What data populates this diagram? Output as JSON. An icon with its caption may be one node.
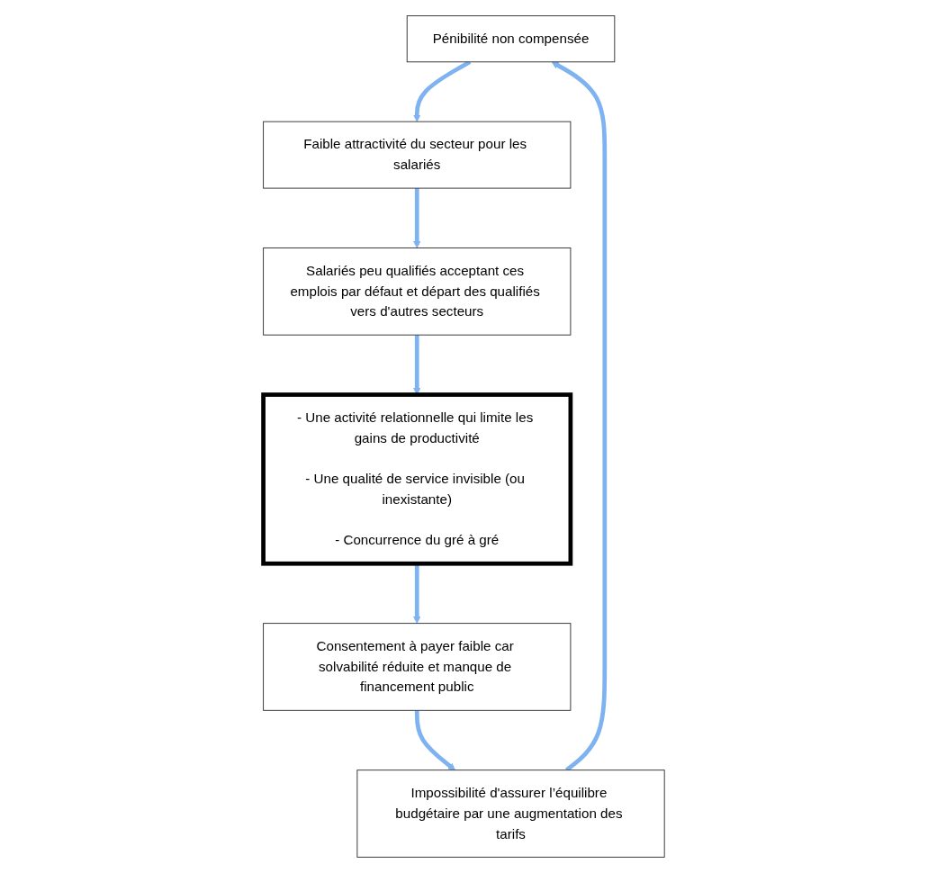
{
  "diagram": {
    "nodes": [
      {
        "text": [
          "Pénibilité non compensée"
        ]
      },
      {
        "text": [
          "Faible attractivité du secteur pour les salariés"
        ]
      },
      {
        "text": [
          "Impossibilité d'assurer l’équilibre budgétaire par une augmentation des tarifs"
        ]
      },
      {
        "text": [
          "Salariés peu qualifiés acceptant ces emplois par défaut et départ des qualifiés vers d'autres secteurs"
        ]
      },
      {
        "text": [
          "Consentement à payer faible car solvabilité réduite et manque de financement public"
        ]
      },
      {
        "text": [
          "- Une activité relationnelle qui limite les gains de productivité",
          "- Une qualité de service invisible (ou inexistante)",
          "- Concurrence du gré à gré"
        ]
      }
    ],
    "edges": [
      {
        "from": 0,
        "to": 1,
        "arrow": "to"
      },
      {
        "from": 1,
        "to": 3,
        "arrow": "to"
      },
      {
        "from": 3,
        "to": 5,
        "arrow": "to"
      },
      {
        "from": 5,
        "to": 4,
        "arrow": "to"
      },
      {
        "from": 4,
        "to": 2,
        "arrow": "to"
      },
      {
        "from": 2,
        "to": 0,
        "arrow": "to"
      }
    ]
  }
}
